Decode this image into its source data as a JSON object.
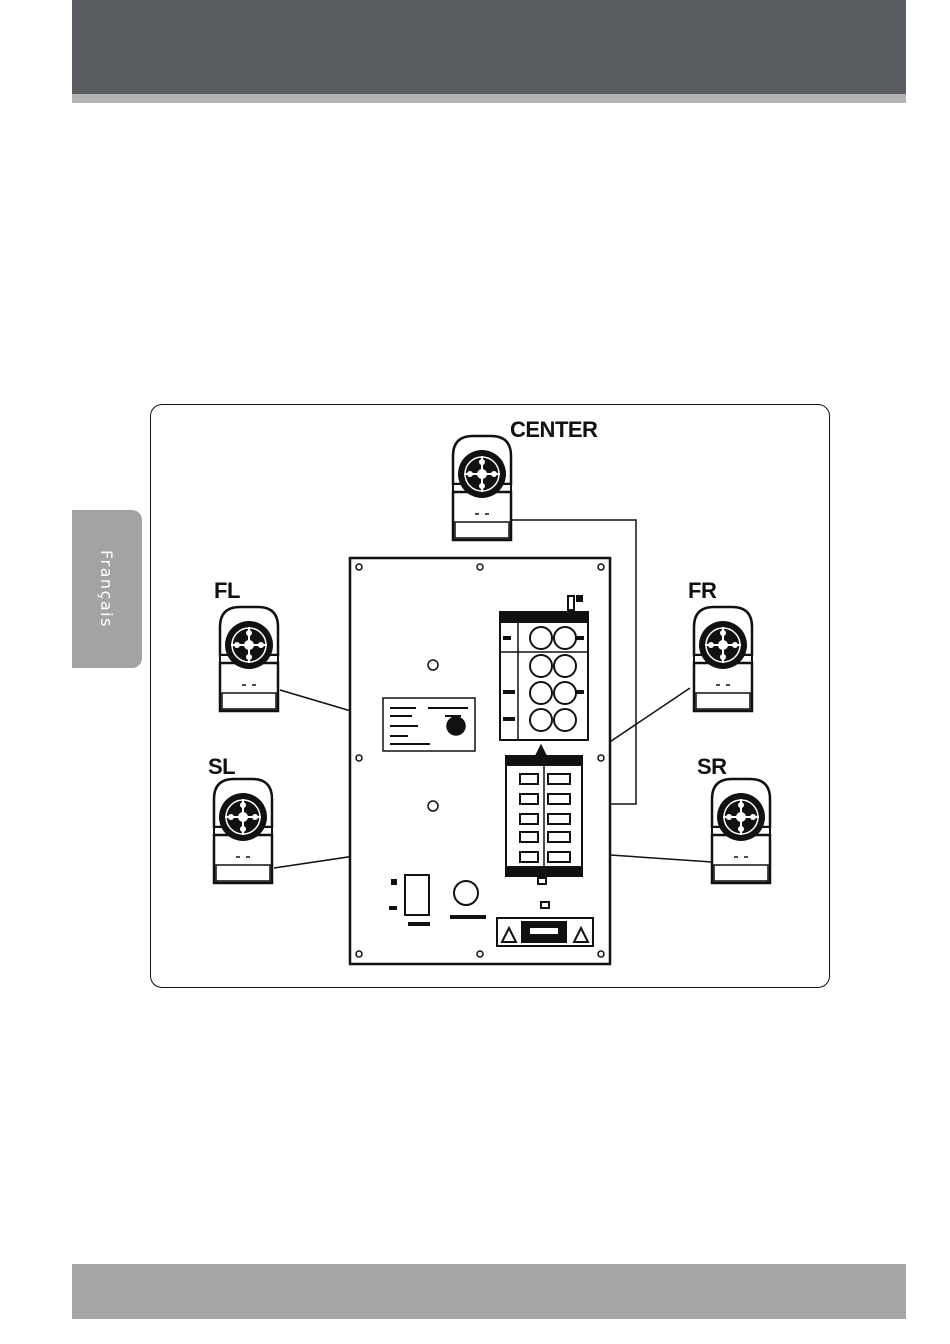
{
  "sidebar_tab": {
    "label": "Français"
  },
  "diagram": {
    "speakers": {
      "center": {
        "label": "CENTER"
      },
      "front_left": {
        "label": "FL"
      },
      "front_right": {
        "label": "FR"
      },
      "surround_left": {
        "label": "SL"
      },
      "surround_right": {
        "label": "SR"
      }
    }
  }
}
